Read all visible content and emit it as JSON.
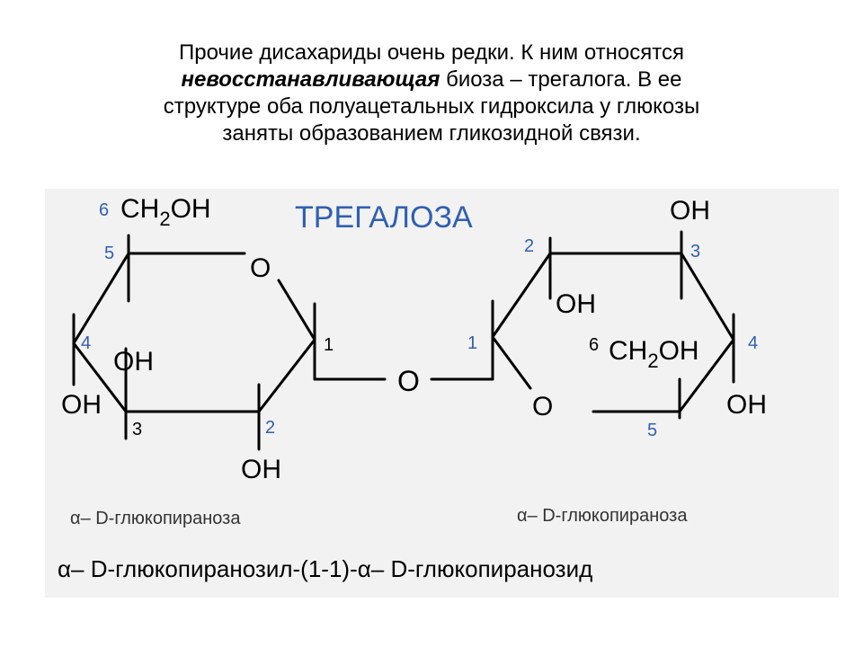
{
  "intro": {
    "line1": "Прочие дисахариды очень редки. К ним относятся",
    "line2_bold": "невосстанавливающая",
    "line2_rest": " биоза – трегалога. В ее",
    "line3": "структуре оба полуацетальных гидроксила у глюкозы",
    "line4": "заняты образованием гликозидной связи."
  },
  "diagram": {
    "title": "ТРЕГАЛОЗА",
    "left_ring": {
      "ch2oh_num": "6",
      "ch2oh_ch": "CH",
      "ch2oh_sub": "2",
      "ch2oh_oh": "OH",
      "ring_o": "O",
      "n1": "1",
      "n2": "2",
      "n3": "3",
      "n4": "4",
      "n5": "5",
      "oh_c4": "OH",
      "oh_c3_up": "OH",
      "oh_c2": "OH",
      "caption": "α– D-глюкопираноза"
    },
    "bridge_o": "O",
    "right_ring": {
      "n1": "1",
      "n2": "2",
      "n3": "3",
      "n4": "4",
      "n5": "5",
      "oh_c3": "OH",
      "oh_c2": "OH",
      "ch2oh_num": "6",
      "ch2oh_ch": "CH",
      "ch2oh_sub": "2",
      "ch2oh_oh": "OH",
      "oh_c4": "OH",
      "ring_o": "O",
      "caption": "α– D-глюкопираноза"
    },
    "full_name": "α– D-глюкопиранозил-(1-1)-α– D-глюкопиранозид"
  }
}
